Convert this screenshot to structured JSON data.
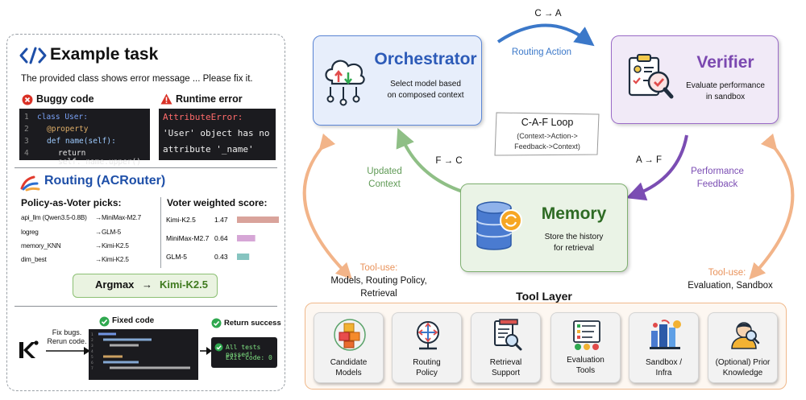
{
  "left": {
    "example_title": "Example task",
    "example_desc": "The provided class shows error message ... Please fix it.",
    "buggy_code_title": "Buggy code",
    "buggy_code_lines": [
      {
        "num": "1",
        "text": "class User:"
      },
      {
        "num": "2",
        "text": "@property"
      },
      {
        "num": "3",
        "text": "def name(self):"
      },
      {
        "num": "4",
        "text": "return self._name.upper()"
      }
    ],
    "runtime_error_title": "Runtime error",
    "runtime_error_lines": [
      "AttributeError:",
      "'User' object has no",
      "attribute '_name'"
    ],
    "routing_title": "Routing (ACRouter)",
    "policy_voter_title": "Policy-as-Voter picks:",
    "picks": [
      {
        "policy": "api_llm (Qwen3.5-0.8B)",
        "choice": "→MiniMax-M2.7"
      },
      {
        "policy": "logreg",
        "choice": "→GLM-5"
      },
      {
        "policy": "memory_KNN",
        "choice": "→Kimi-K2.5"
      },
      {
        "policy": "dim_best",
        "choice": "→Kimi-K2.5"
      }
    ],
    "voter_score_title": "Voter weighted score:",
    "argmax_label": "Argmax",
    "argmax_arrow": "→",
    "argmax_result": "Kimi-K2.5",
    "fix_bugs_text": "Fix bugs.",
    "rerun_text": "Rerun code.",
    "fixed_code_title": "Fixed code",
    "return_success_title": "Return success",
    "success_lines": [
      "All tests passed!",
      "Exit code: 0"
    ]
  },
  "chart_data": {
    "type": "bar",
    "title": "Voter weighted score:",
    "categories": [
      "Kimi-K2.5",
      "MiniMax-M2.7",
      "GLM-5"
    ],
    "values": [
      1.47,
      0.64,
      0.43
    ],
    "value_labels": [
      "1.47",
      "0.64",
      "0.43"
    ],
    "colors": [
      "#d9a39b",
      "#d6a6d6",
      "#86c4c0"
    ],
    "xlim": [
      0,
      1.47
    ]
  },
  "diagram": {
    "orchestrator": {
      "title": "Orchestrator",
      "desc_1": "Select model based",
      "desc_2": "on composed context"
    },
    "verifier": {
      "title": "Verifier",
      "desc_1": "Evaluate performance",
      "desc_2": "in sandbox"
    },
    "memory": {
      "title": "Memory",
      "desc_1": "Store the history",
      "desc_2": "for retrieval"
    },
    "loop": {
      "title": "C-A-F Loop",
      "line_1": "(Context->Action->",
      "line_2": "Feedback->Context)"
    },
    "c_to_a": "C → A",
    "routing_action": "Routing Action",
    "a_to_f": "A → F",
    "performance_feedback_1": "Performance",
    "performance_feedback_2": "Feedback",
    "f_to_c": "F → C",
    "updated_context_1": "Updated",
    "updated_context_2": "Context",
    "tool_use_left_title": "Tool-use:",
    "tool_use_left_1": "Models, Routing Policy,",
    "tool_use_left_2": "Retrieval",
    "tool_use_right_title": "Tool-use:",
    "tool_use_right_1": "Evaluation, Sandbox",
    "tool_layer_title": "Tool Layer",
    "tools": [
      {
        "line_1": "Candidate",
        "line_2": "Models"
      },
      {
        "line_1": "Routing",
        "line_2": "Policy"
      },
      {
        "line_1": "Retrieval",
        "line_2": "Support"
      },
      {
        "line_1": "Evaluation",
        "line_2": "Tools"
      },
      {
        "line_1": "Sandbox /",
        "line_2": "Infra"
      },
      {
        "line_1": "(Optional) Prior",
        "line_2": "Knowledge"
      }
    ]
  },
  "colors": {
    "orchestrator_bg": "#e7eefb",
    "orchestrator_border": "#5b86d6",
    "orchestrator_title": "#2d5bb8",
    "verifier_bg": "#f1eaf7",
    "verifier_border": "#9b6cc8",
    "verifier_title": "#7b48b0",
    "memory_bg": "#eaf3e6",
    "memory_border": "#7fb070",
    "memory_title": "#2e6b24",
    "tool_layer_border": "#f0b88a",
    "tool_layer_bg": "#fdf7f1",
    "blue_arrow": "#3b78c9",
    "purple_arrow": "#7b4db3",
    "green_arrow": "#8fbf86",
    "orange_arrow": "#f2b489",
    "routing_title": "#1e4fa8",
    "argmax_green": "#3f7a1e"
  }
}
